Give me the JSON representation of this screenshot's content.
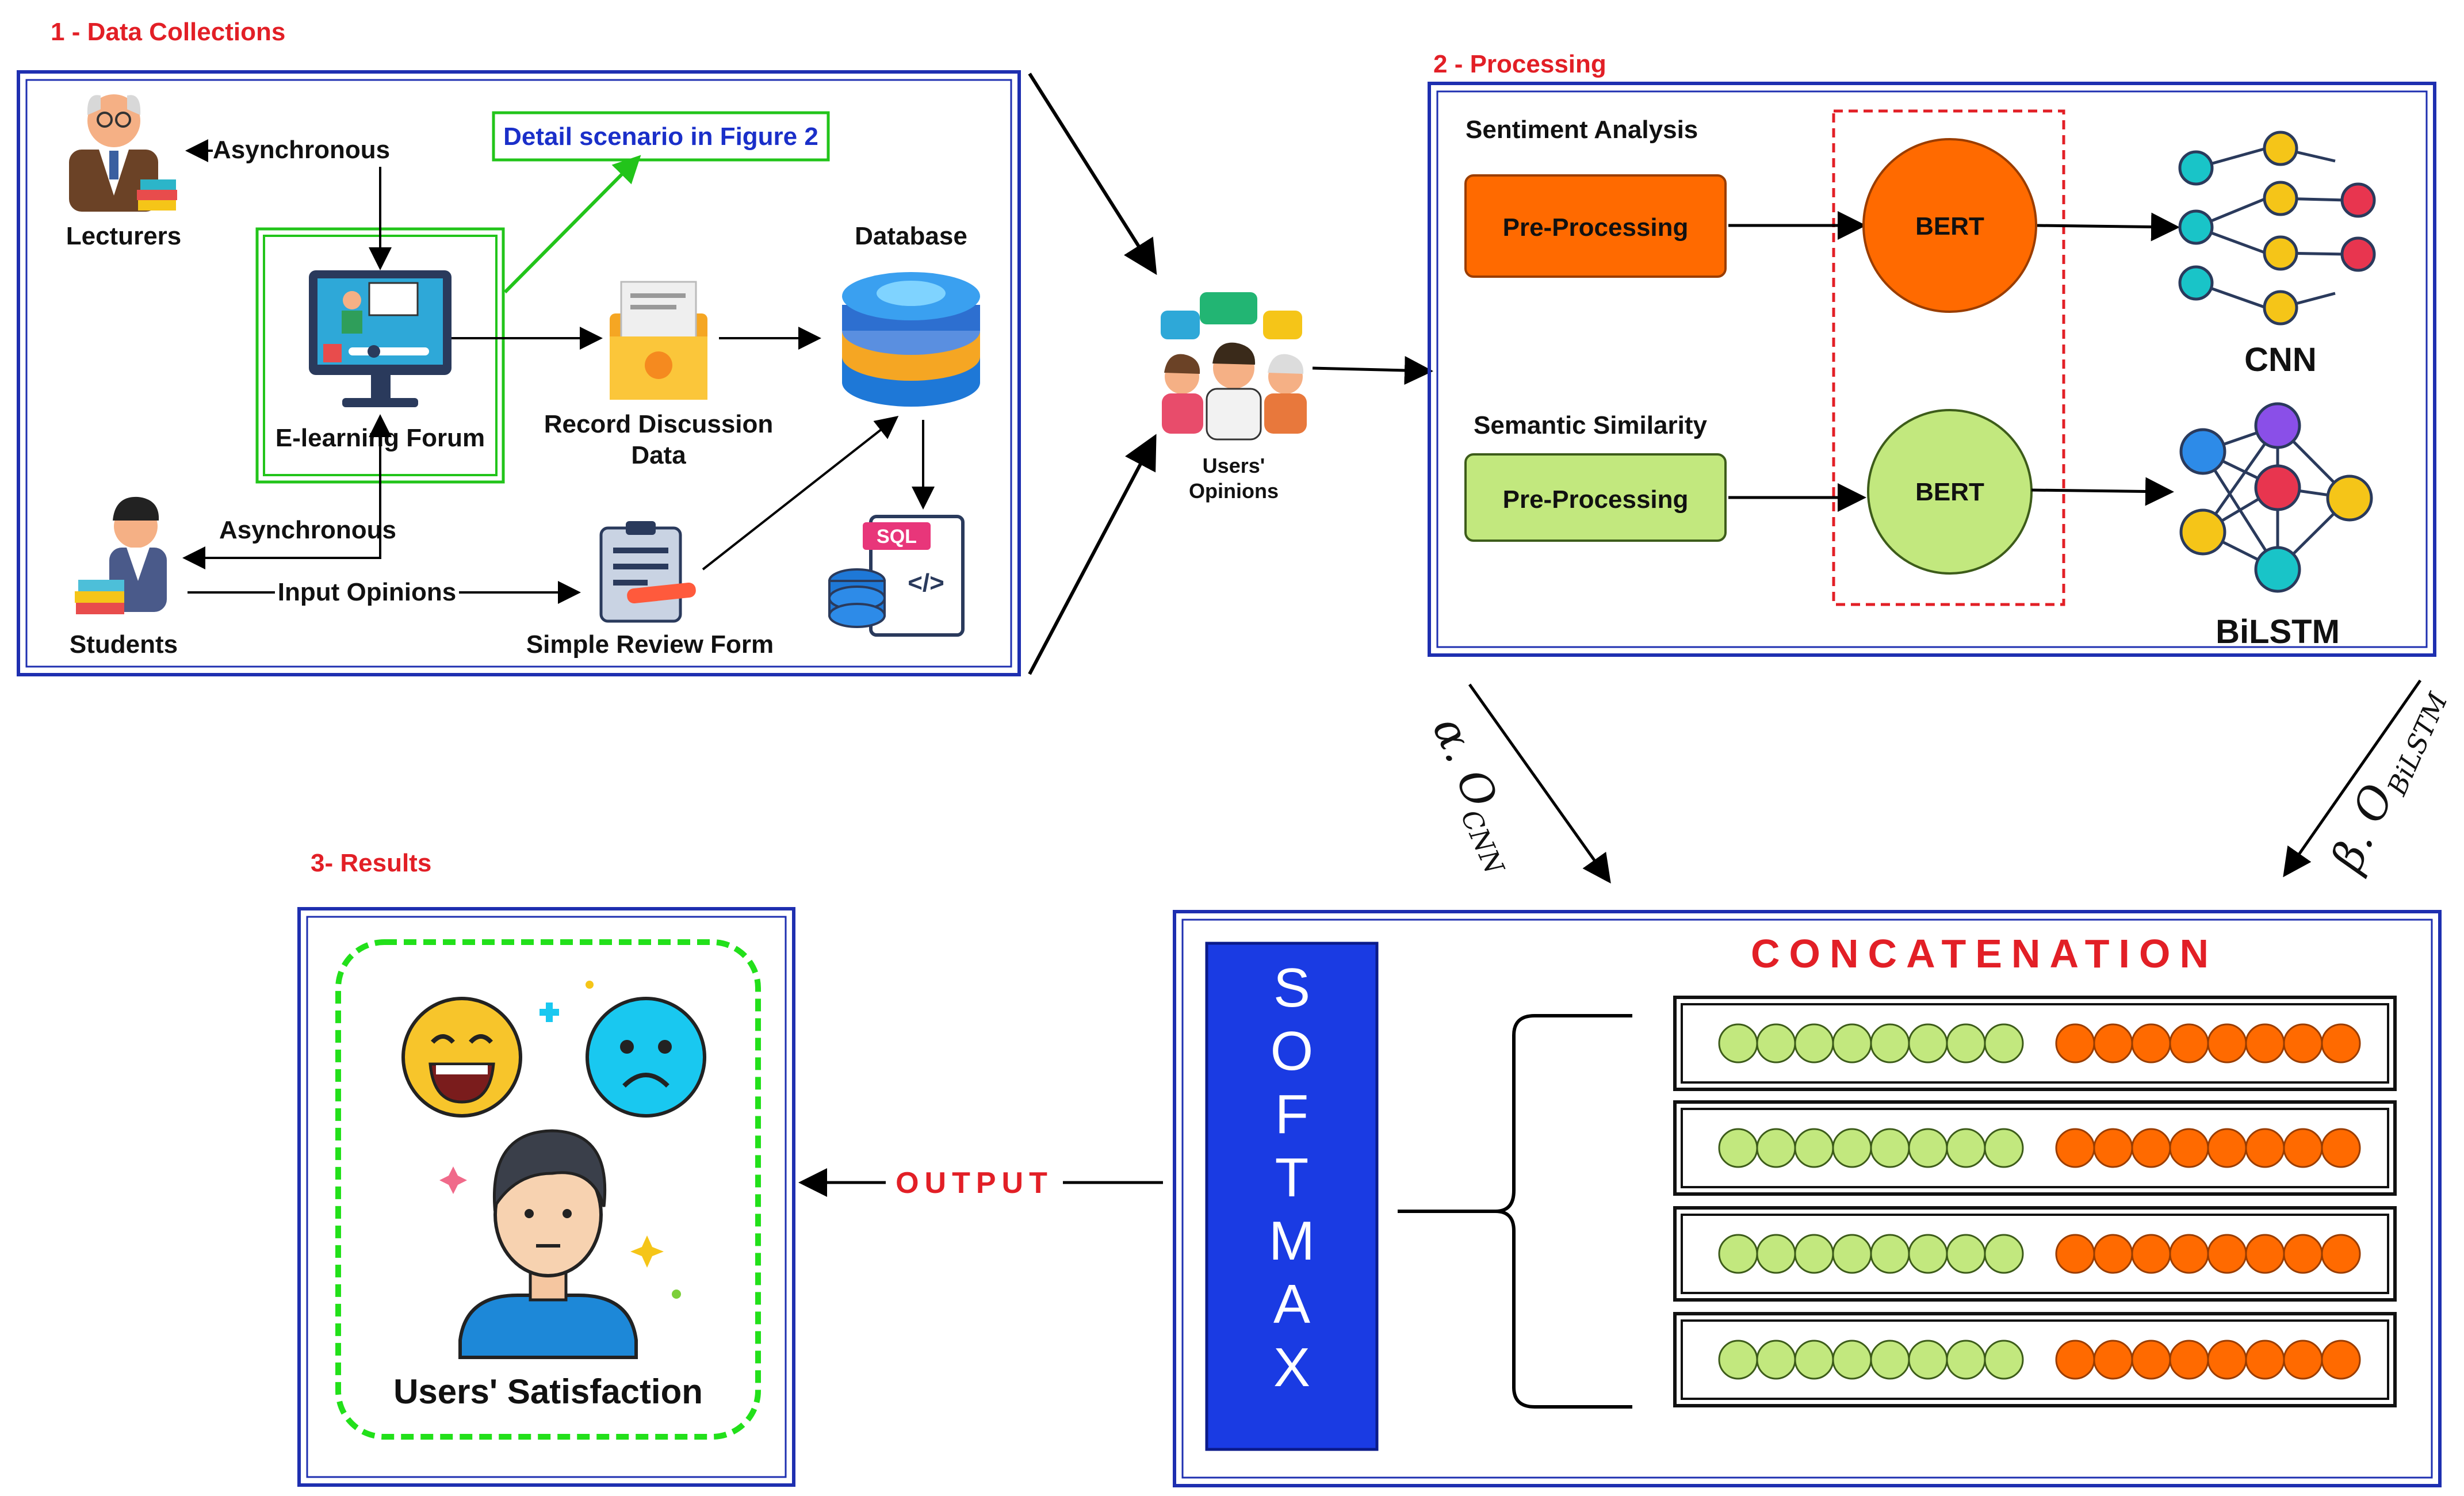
{
  "sections": {
    "data_collection_title": "1 - Data Collections",
    "processing_title": "2 - Processing",
    "results_title": "3- Results"
  },
  "data_collection": {
    "lecturers": "Lecturers",
    "students": "Students",
    "asynchronous_top": "Asynchronous",
    "asynchronous_bottom": "Asynchronous",
    "input_opinions": "Input Opinions",
    "elearning_forum": "E-learning Forum",
    "detail_scenario": "Detail scenario in Figure 2",
    "record_discussion_1": "Record Discussion",
    "record_discussion_2": "Data",
    "database": "Database",
    "simple_review_form": "Simple Review Form",
    "sql_label": "SQL"
  },
  "users_opinions": {
    "line1": "Users'",
    "line2": "Opinions"
  },
  "processing": {
    "sentiment_analysis": "Sentiment Analysis",
    "semantic_similarity": "Semantic Similarity",
    "preprocessing_top": "Pre-Processing",
    "preprocessing_bottom": "Pre-Processing",
    "bert_top": "BERT",
    "bert_bottom": "BERT",
    "cnn": "CNN",
    "bilstm": "BiLSTM"
  },
  "weights": {
    "cnn_prefix": "α. O",
    "cnn_sub": "CNN",
    "bilstm_prefix": "β. O",
    "bilstm_sub": "BiLSTM"
  },
  "fusion": {
    "concatenation": "CONCATENATION",
    "softmax": [
      "S",
      "O",
      "F",
      "T",
      "M",
      "A",
      "X"
    ],
    "rows": 4,
    "green_per_row": 8,
    "orange_per_row": 8
  },
  "output_label": "OUTPUT",
  "results": {
    "satisfaction": "Users' Satisfaction"
  },
  "colors": {
    "frame_blue": "#1e2fb0",
    "title_red": "#e21f26",
    "orange": "#ff6a00",
    "light_green": "#c2e87e",
    "bright_green": "#22c41a",
    "softmax_blue": "#1a3be3",
    "detail_blue": "#1a2fc9"
  }
}
